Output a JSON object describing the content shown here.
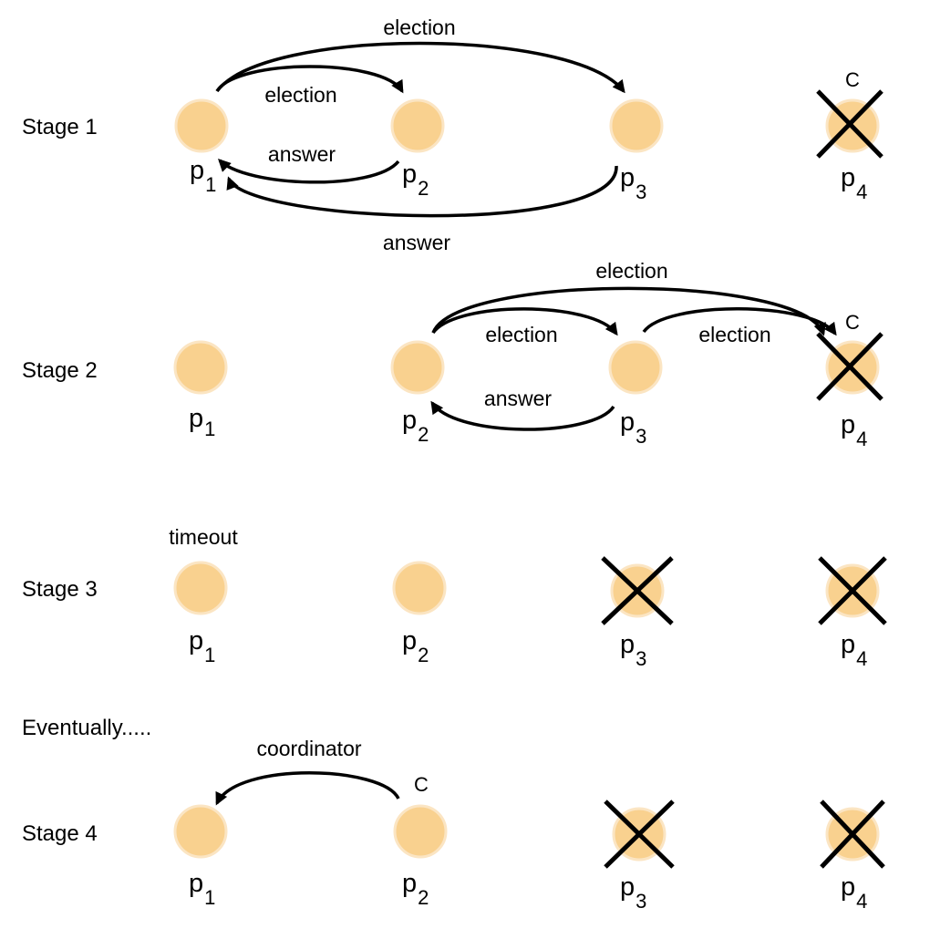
{
  "title": "",
  "stage_labels": [
    "Stage 1",
    "Stage 2",
    "Stage 3",
    "Eventually.....",
    "Stage 4"
  ],
  "edge_labels": [
    "election",
    "election",
    "answer",
    "answer",
    "election",
    "election",
    "election",
    "answer",
    "timeout",
    "coordinator"
  ],
  "coordinator_marks": [
    "C",
    "C",
    "C"
  ],
  "process_names": [
    "p",
    "p",
    "p",
    "p"
  ],
  "process_subscripts": [
    "1",
    "2",
    "3",
    "4"
  ],
  "stages": [
    {
      "crashed": [
        false,
        false,
        false,
        true
      ],
      "coordinator": 3
    },
    {
      "crashed": [
        false,
        false,
        false,
        true
      ],
      "coordinator": 3
    },
    {
      "crashed": [
        false,
        false,
        true,
        true
      ],
      "coordinator": null
    },
    {
      "crashed": [
        false,
        false,
        true,
        true
      ],
      "coordinator": 1
    }
  ],
  "colors": {
    "node_fill": "#f9d18f",
    "node_border": "#fbe5c3",
    "ink": "#000000"
  }
}
